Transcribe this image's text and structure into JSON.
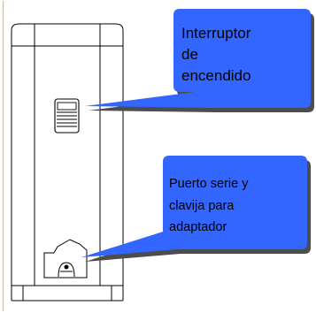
{
  "callouts": {
    "power_switch": {
      "lines": [
        "Interruptor",
        "de",
        "encendido"
      ]
    },
    "serial_port": {
      "lines": [
        "Puerto serie y",
        "clavija para",
        "adaptador"
      ]
    }
  },
  "colors": {
    "callout_fill": "#3366ff",
    "callout_shadow": "#4d4d4d",
    "outline": "#000000",
    "side_line": "#f0c419"
  }
}
